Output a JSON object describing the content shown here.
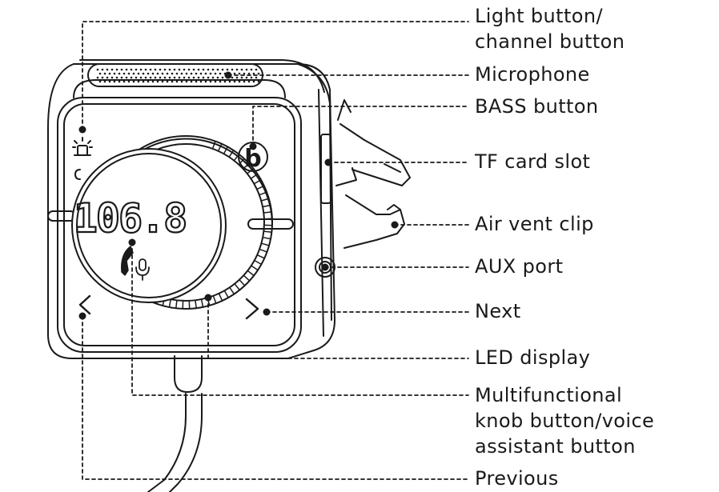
{
  "display": {
    "frequency": "106.8"
  },
  "labels": {
    "light_button": [
      "Light button/",
      "channel button"
    ],
    "microphone": [
      "Microphone"
    ],
    "bass_button": [
      "BASS button"
    ],
    "tf_card_slot": [
      "TF card slot"
    ],
    "air_vent_clip": [
      "Air vent clip"
    ],
    "aux_port": [
      "AUX port"
    ],
    "next": [
      "Next"
    ],
    "led_display": [
      "LED display"
    ],
    "knob_button": [
      "Multifunctional",
      "knob button/voice",
      "assistant button"
    ],
    "previous": [
      "Previous"
    ]
  },
  "icons": {
    "light": "light-icon",
    "bass": "bass-b-icon",
    "phone": "phone-icon",
    "mic": "mic-icon",
    "prev": "chevron-left-icon",
    "next": "chevron-right-icon"
  },
  "colors": {
    "ink": "#1a1a1a",
    "background": "#ffffff"
  }
}
